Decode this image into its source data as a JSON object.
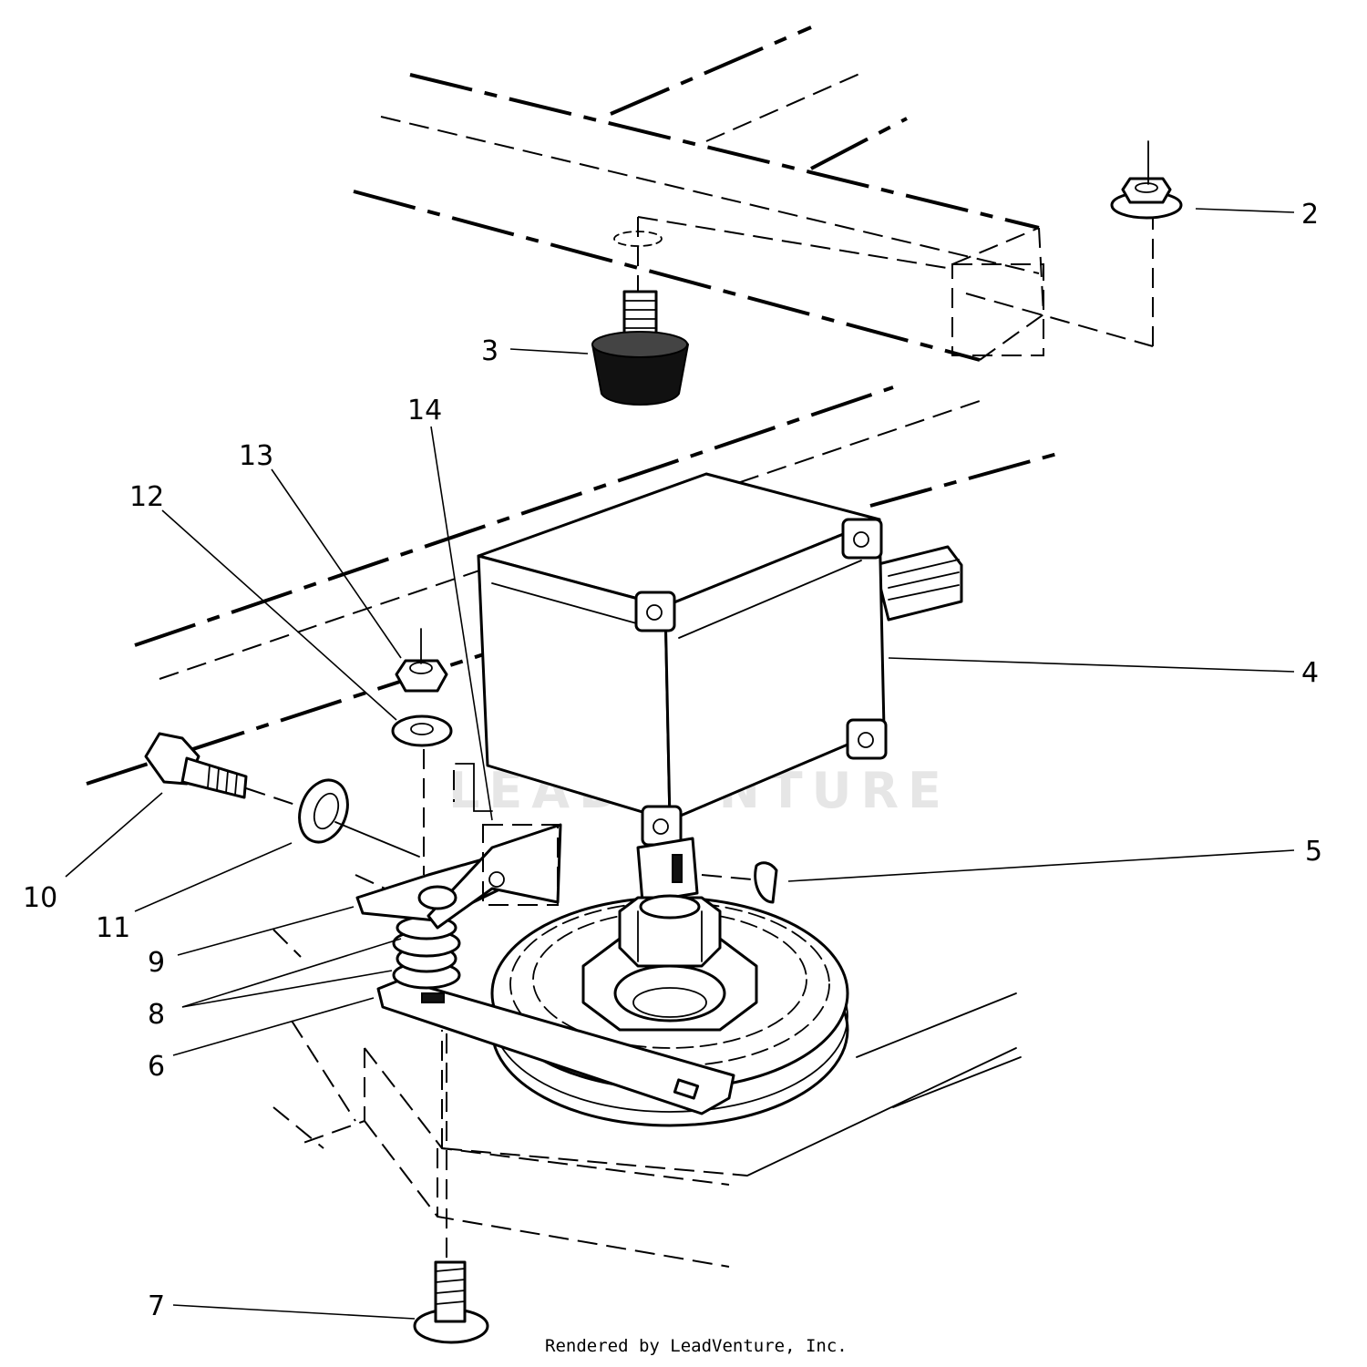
{
  "diagram": {
    "callouts": {
      "n2": "2",
      "n3": "3",
      "n4": "4",
      "n5": "5",
      "n6": "6",
      "n7": "7",
      "n8": "8",
      "n9": "9",
      "n10": "10",
      "n11": "11",
      "n12": "12",
      "n13": "13",
      "n14": "14"
    },
    "watermark": "LEADVENTURE",
    "footer": "Rendered by LeadVenture, Inc."
  }
}
